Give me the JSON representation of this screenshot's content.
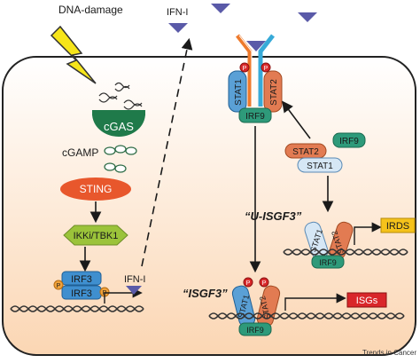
{
  "labels": {
    "dna_damage": "DNA-damage",
    "ifn_i_top": "IFN-I",
    "cgas": "cGAS",
    "cgamp": "cGAMP",
    "sting": "STING",
    "ikki_tbk1": "IKKi/TBK1",
    "irf3_a": "IRF3",
    "irf3_b": "IRF3",
    "p": "P",
    "ifn_i_gene": "IFN-I",
    "stat1": "STAT1",
    "stat2": "STAT2",
    "irf9": "IRF9",
    "u_isgf3": "“U-ISGF3”",
    "isgf3": "“ISGF3”",
    "irds": "IRDS",
    "isgs": "ISGs",
    "credit": "Trends in Cancer"
  },
  "colors": {
    "cgas": "#1f7a4a",
    "sting": "#e8572c",
    "ikki": "#9bc33a",
    "irf3": "#3f8fcf",
    "stat1": "#5aa0d6",
    "stat2": "#e27b52",
    "irf9": "#2e9a7a",
    "phospho": "#d8282a",
    "receptor_left": "#ee7a2c",
    "receptor_right": "#37aad8",
    "ifn_ligand": "#5a5aa8",
    "irds_box": "#f5c21b",
    "isgs_box": "#d9262a",
    "bolt": "#f6e51a"
  }
}
